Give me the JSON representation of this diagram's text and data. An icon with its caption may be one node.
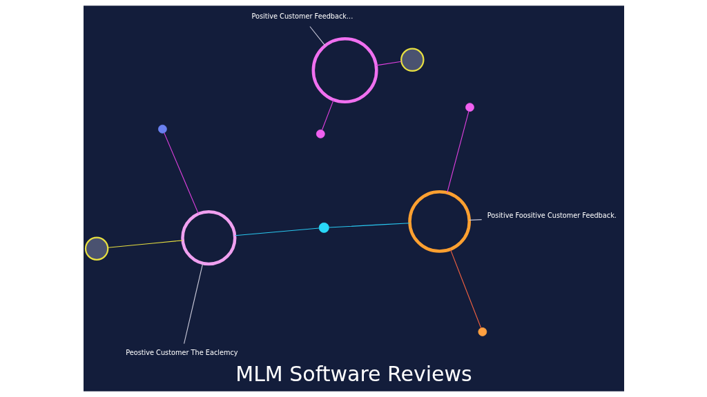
{
  "diagram": {
    "title": "MLM Software Reviews",
    "nodes": [
      {
        "text": [],
        "shape": "circle"
      },
      {
        "text": [],
        "shape": "circle"
      },
      {
        "text": [],
        "shape": "circle"
      },
      {
        "text": [],
        "shape": "circle"
      },
      {
        "text": [],
        "shape": "circle"
      },
      {
        "text": [],
        "shape": "circle"
      },
      {
        "text": [],
        "shape": "circle"
      },
      {
        "text": [],
        "shape": "circle"
      },
      {
        "text": [],
        "shape": "circle"
      },
      {
        "text": [],
        "shape": "circle"
      },
      {
        "text": [
          "Positive Customer Feedback..."
        ]
      },
      {
        "text": [
          "Positive Foositive Customer Feedback."
        ]
      },
      {
        "text": [
          "Peostive Customer The Eaclemcy"
        ]
      }
    ],
    "edges": [
      {
        "from": 3,
        "to": 0,
        "arrow": "none",
        "color": "#e8e040"
      },
      {
        "from": 4,
        "to": 1,
        "arrow": "none"
      },
      {
        "from": 5,
        "to": 0,
        "arrow": "none"
      },
      {
        "from": 6,
        "to": 1,
        "arrow": "none"
      },
      {
        "from": 7,
        "to": 0,
        "arrow": "none",
        "color": "#29c8f0"
      },
      {
        "from": 7,
        "to": 2,
        "arrow": "none",
        "color": "#29c8f0"
      },
      {
        "from": 8,
        "to": 2,
        "arrow": "none"
      },
      {
        "from": 9,
        "to": 2,
        "arrow": "none",
        "color": "#f06040"
      },
      {
        "from": 10,
        "to": 1,
        "arrow": "none",
        "color": "#c8c8d8"
      },
      {
        "from": 11,
        "to": 2,
        "arrow": "none",
        "color": "#c8c8d8"
      },
      {
        "from": 12,
        "to": 0,
        "arrow": "none",
        "color": "#c8c8d8"
      }
    ]
  }
}
